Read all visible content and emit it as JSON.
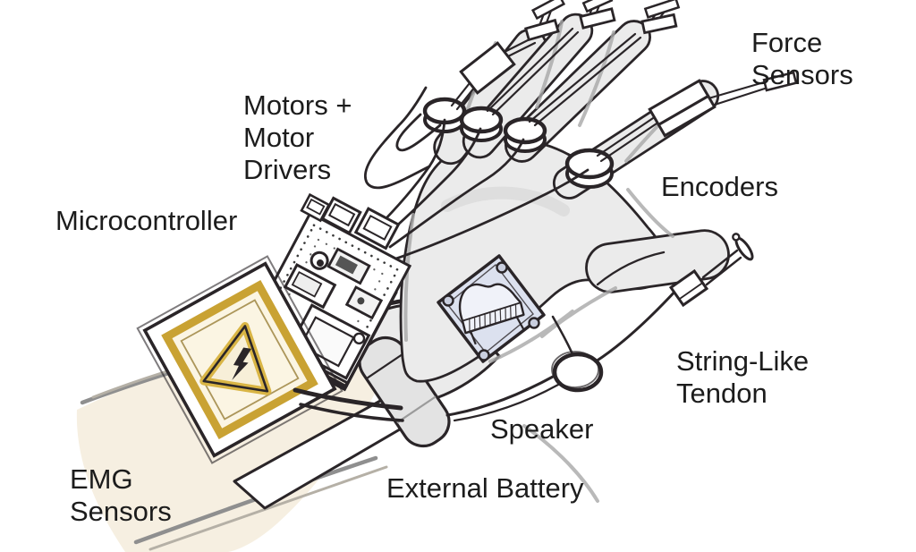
{
  "diagram": {
    "subject": "Hand-drawn sketch of a robotic glove device on a forearm with annotated hardware components",
    "background": "#ffffff",
    "colors": {
      "ink": "#2a2528",
      "glove": "#ebebeb",
      "skin": "#f6efe1",
      "gold": "#c9a233",
      "gold_fill": "#fbf5e3",
      "speaker_plate": "#dce1ef",
      "battery": "#e3e3e3",
      "sketch_gray": "#9b9b9b"
    },
    "icons": {
      "high_voltage_icon": "triangle-lightning-bolt",
      "piano_icon": "grand-piano-sketch"
    },
    "labels": {
      "force_sensors": "Force\nSensors",
      "motors_drivers": "Motors +\nMotor\nDrivers",
      "microcontroller": "Microcontroller",
      "encoders": "Encoders",
      "string_tendon": "String-Like\nTendon",
      "speaker": "Speaker",
      "external_battery": "External Battery",
      "emg_sensors": "EMG\nSensors"
    }
  }
}
